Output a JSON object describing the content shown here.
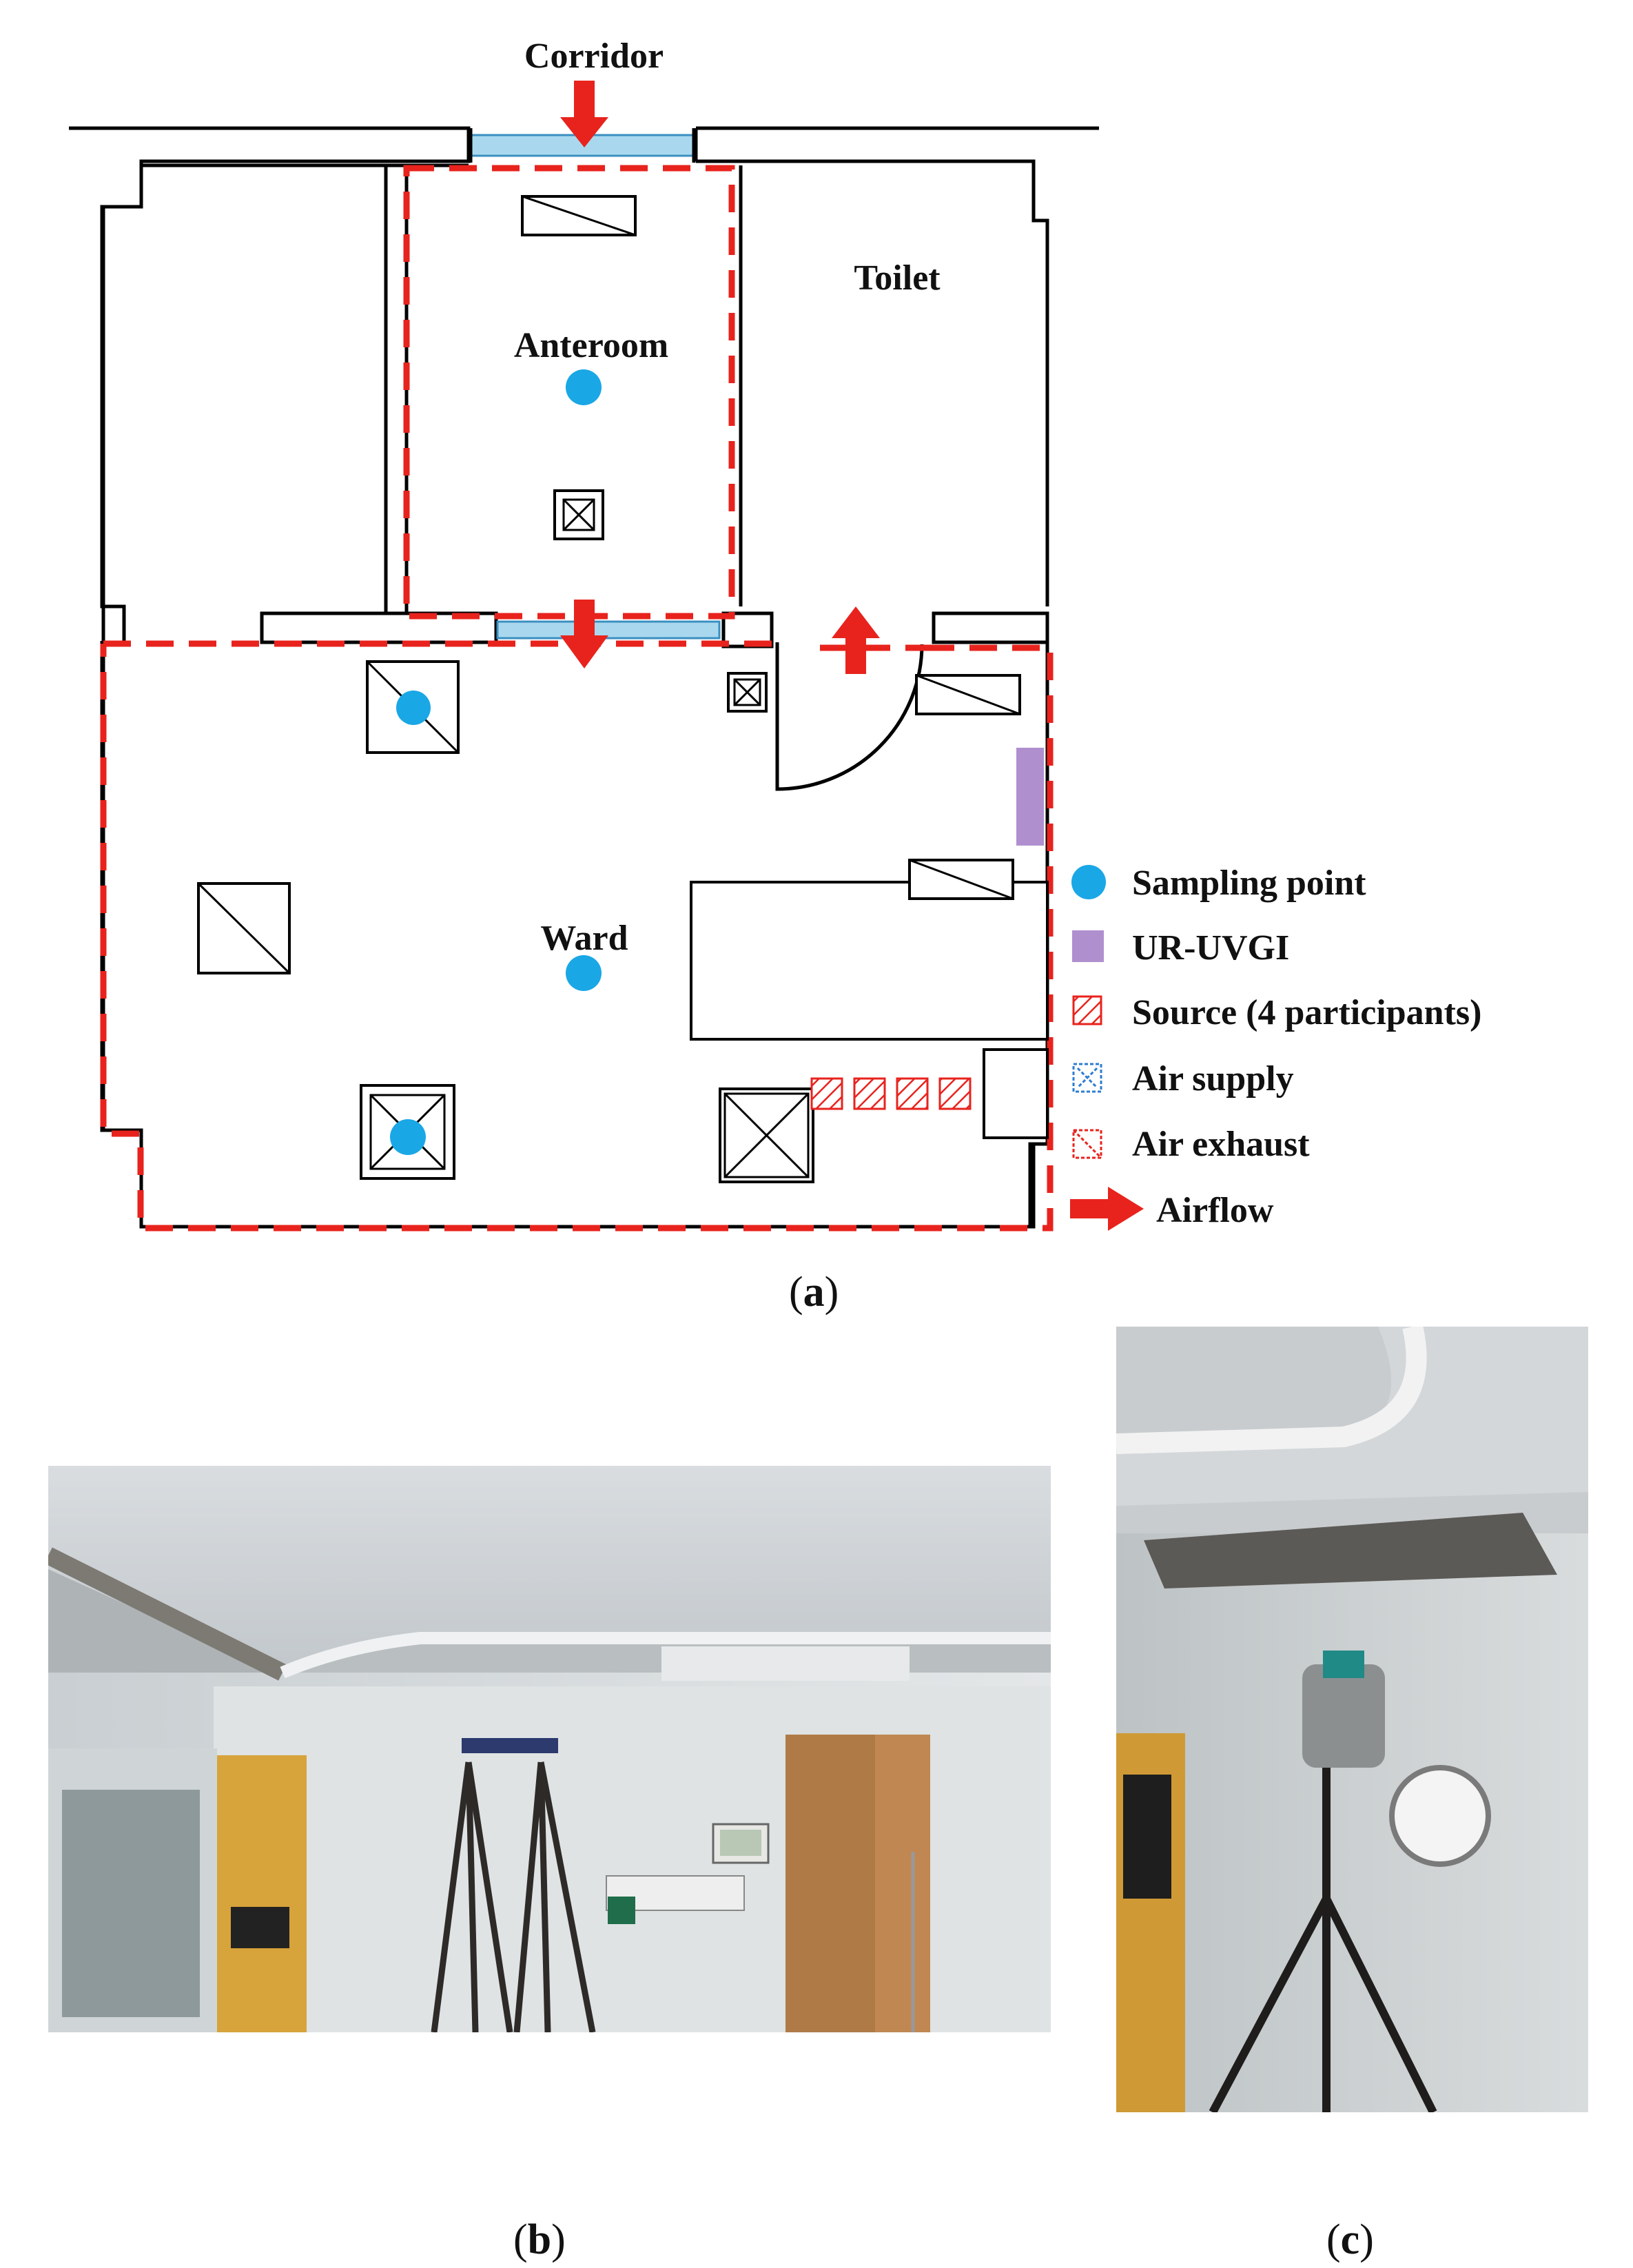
{
  "plan": {
    "labels": {
      "corridor": "Corridor",
      "anteroom": "Anteroom",
      "toilet": "Toilet",
      "ward": "Ward"
    },
    "legend": [
      {
        "key": "sampling",
        "label": "Sampling point",
        "icon": "sampling-point-icon"
      },
      {
        "key": "uvgi",
        "label": "UR-UVGI",
        "icon": "uvgi-icon"
      },
      {
        "key": "source",
        "label": "Source (4 participants)",
        "icon": "source-icon"
      },
      {
        "key": "supply",
        "label": "Air supply",
        "icon": "air-supply-icon"
      },
      {
        "key": "exhaust",
        "label": "Air exhaust",
        "icon": "air-exhaust-icon"
      },
      {
        "key": "airflow",
        "label": "Airflow",
        "icon": "airflow-arrow-icon"
      }
    ],
    "colors": {
      "sampling": "#1aa7e6",
      "uvgi": "#b08fcf",
      "pressure_boundary": "#e8231d",
      "glass": "#a9d8ee",
      "wall": "#000000"
    }
  },
  "captions": {
    "a": "a",
    "b": "b",
    "c": "c"
  }
}
